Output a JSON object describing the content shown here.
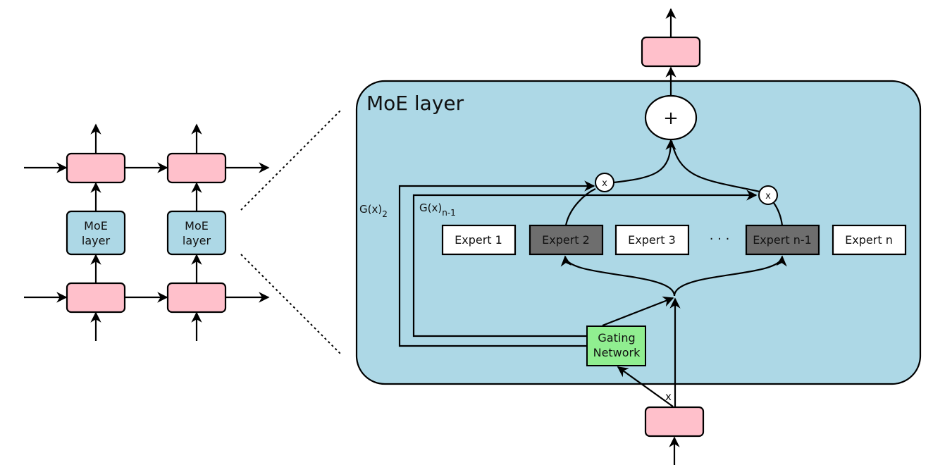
{
  "left_stack": {
    "moe_label_line1": "MoE",
    "moe_label_line2": "layer"
  },
  "moe_layer": {
    "title": "MoE layer",
    "sum_symbol": "+",
    "multiply_symbol": "x",
    "gate_label_2": "G(x)",
    "gate_sub_2": "2",
    "gate_label_n1": "G(x)",
    "gate_sub_n1": "n-1",
    "experts": [
      {
        "label": "Expert 1",
        "active": false
      },
      {
        "label": "Expert 2",
        "active": true
      },
      {
        "label": "Expert 3",
        "active": false
      },
      {
        "label": "Expert n-1",
        "active": true
      },
      {
        "label": "Expert n",
        "active": false
      }
    ],
    "ellipsis": "· · ·",
    "gating_line1": "Gating",
    "gating_line2": "Network",
    "input_label": "x"
  },
  "colors": {
    "pink": "#ffc0cb",
    "moe_blue": "#add8e6",
    "gating_green": "#90ee90",
    "active_expert": "#6e6e6e",
    "inactive_expert": "#ffffff"
  }
}
